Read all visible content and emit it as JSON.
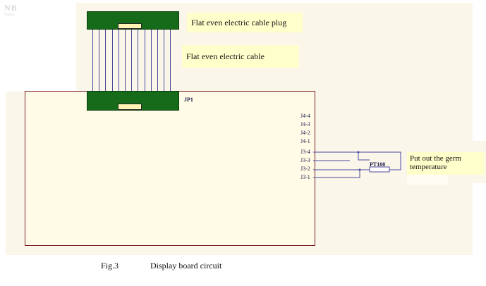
{
  "logo": {
    "text": "NB",
    "sub": "Nanbei"
  },
  "cable_plug_label": "Flat even electric  cable plug",
  "cable_label": "Flat even electric  cable",
  "connector_label": "JP1",
  "j4_pins": [
    "J4-4",
    "J4-3",
    "J4-2",
    "J4-1"
  ],
  "j3_pins": [
    "J3-4",
    "J3-3",
    "J3-2",
    "J3-1"
  ],
  "sensor_label": "PT100",
  "output_label": [
    "Put out the germ",
    "temperature"
  ],
  "caption": {
    "fig": "Fig.3",
    "title": "Display board circuit"
  }
}
